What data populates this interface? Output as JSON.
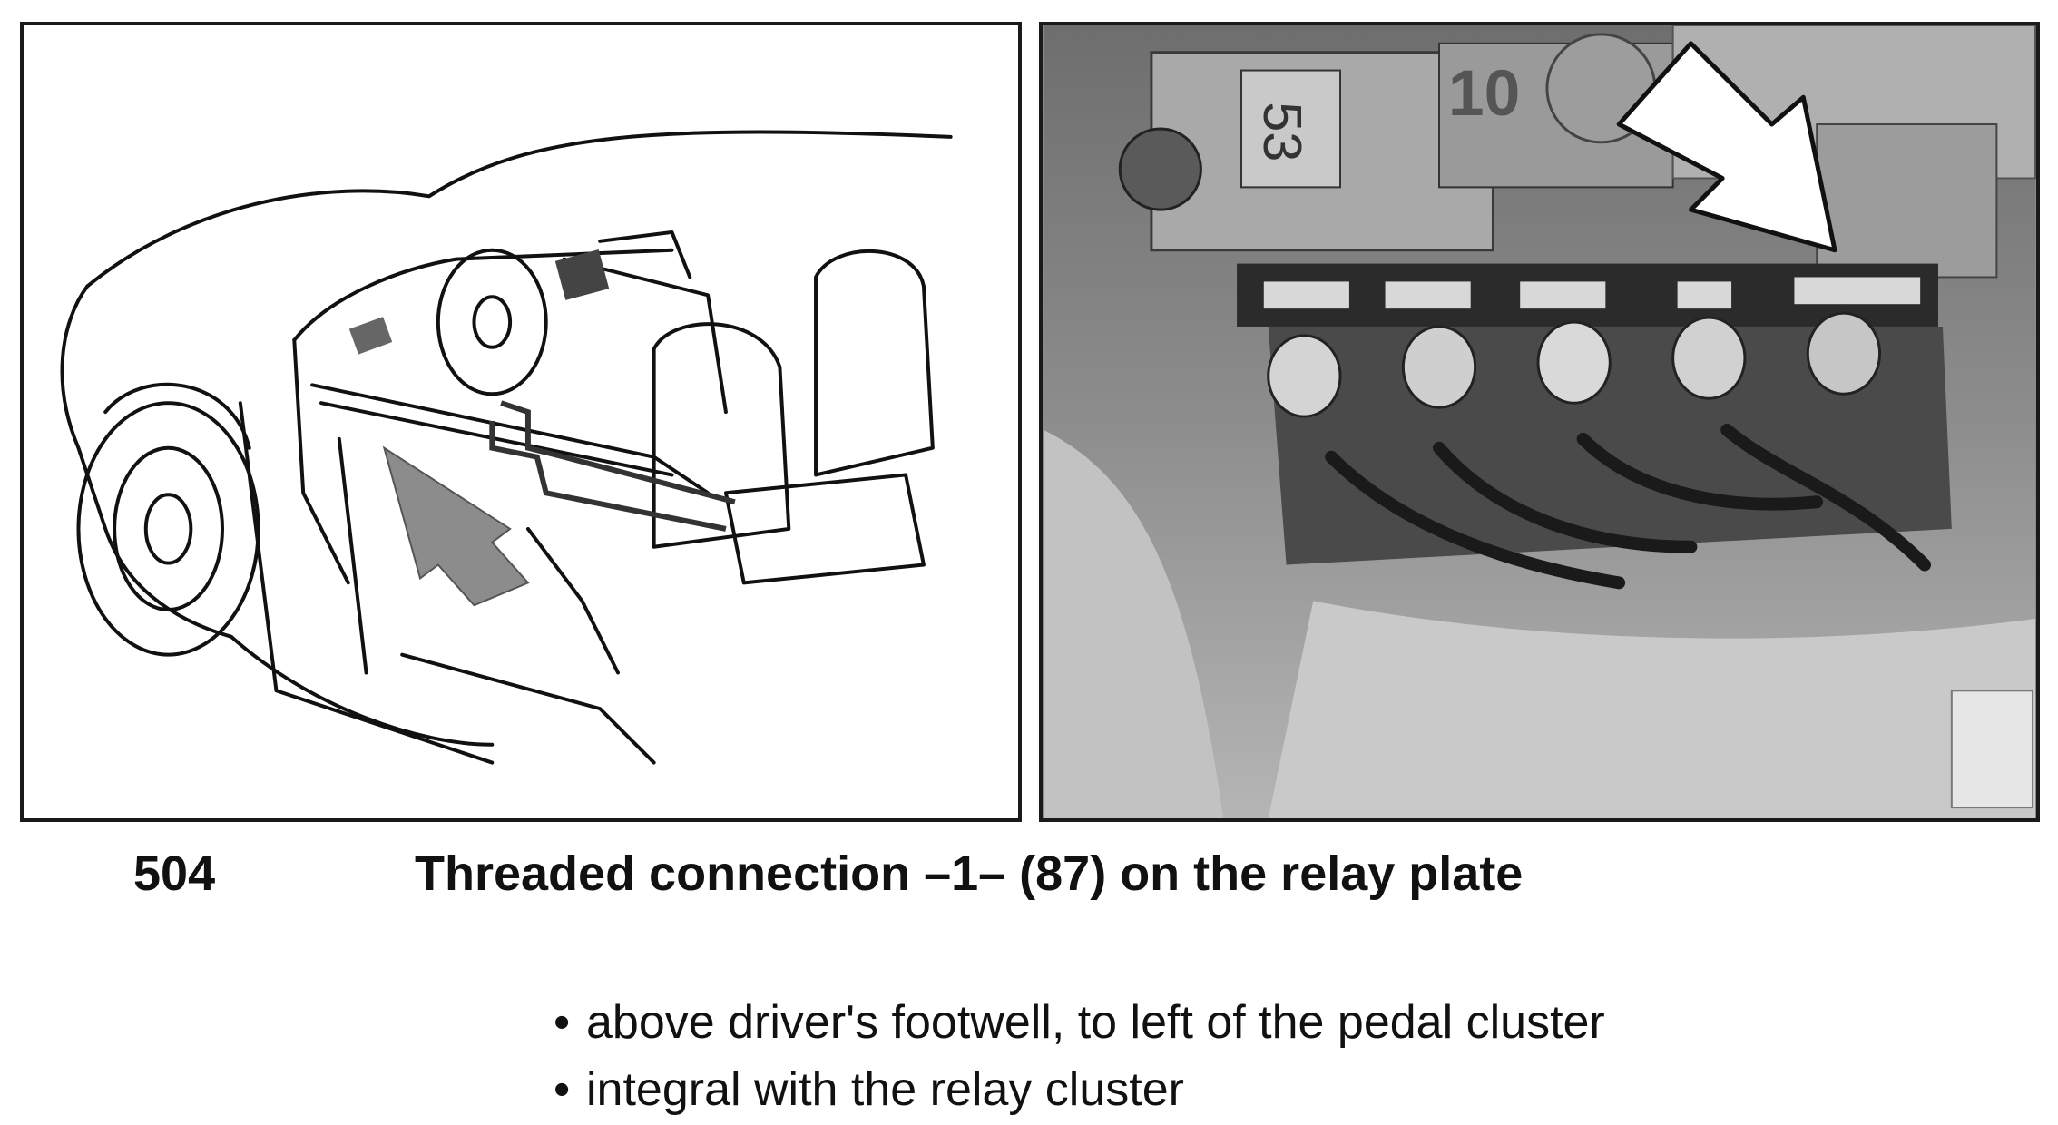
{
  "figure": {
    "number": "504",
    "title": "Threaded connection –1– (87) on the relay plate"
  },
  "bullets": [
    "above driver's footwell, to left of the pedal cluster",
    "integral with the relay cluster"
  ],
  "photo": {
    "labels": [
      "53",
      "10"
    ],
    "terminal_count": 5
  },
  "colors": {
    "arrow_drawing": "#8c8c8c",
    "arrow_photo": "#ffffff"
  }
}
